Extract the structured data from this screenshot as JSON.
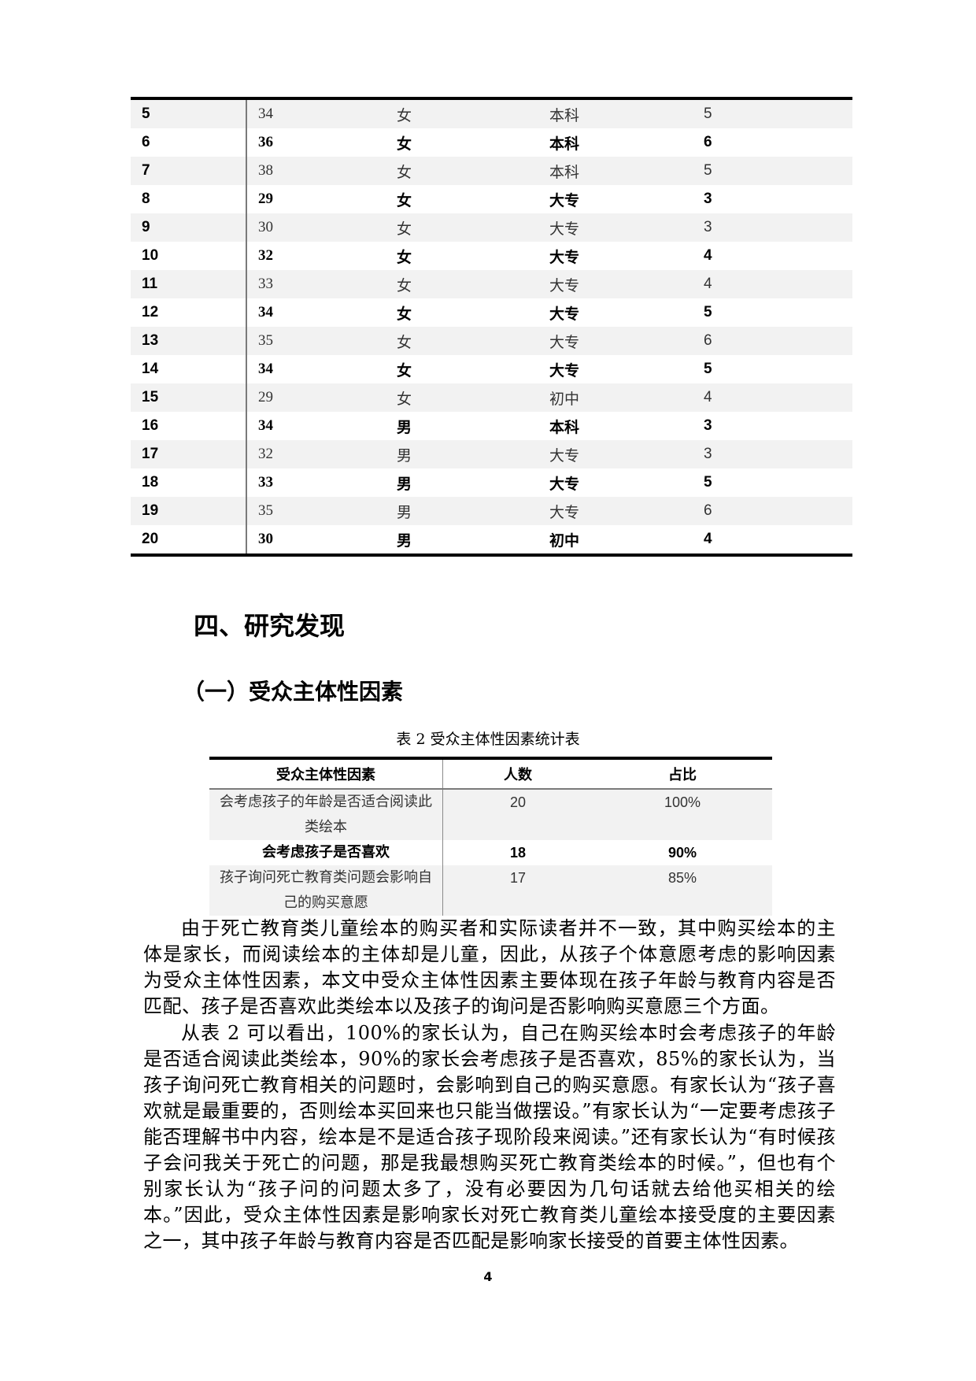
{
  "table1": {
    "rows": [
      {
        "id": "5",
        "age": "34",
        "gender": "女",
        "education": "本科",
        "score": "5"
      },
      {
        "id": "6",
        "age": "36",
        "gender": "女",
        "education": "本科",
        "score": "6"
      },
      {
        "id": "7",
        "age": "38",
        "gender": "女",
        "education": "本科",
        "score": "5"
      },
      {
        "id": "8",
        "age": "29",
        "gender": "女",
        "education": "大专",
        "score": "3"
      },
      {
        "id": "9",
        "age": "30",
        "gender": "女",
        "education": "大专",
        "score": "3"
      },
      {
        "id": "10",
        "age": "32",
        "gender": "女",
        "education": "大专",
        "score": "4"
      },
      {
        "id": "11",
        "age": "33",
        "gender": "女",
        "education": "大专",
        "score": "4"
      },
      {
        "id": "12",
        "age": "34",
        "gender": "女",
        "education": "大专",
        "score": "5"
      },
      {
        "id": "13",
        "age": "35",
        "gender": "女",
        "education": "大专",
        "score": "6"
      },
      {
        "id": "14",
        "age": "34",
        "gender": "女",
        "education": "大专",
        "score": "5"
      },
      {
        "id": "15",
        "age": "29",
        "gender": "女",
        "education": "初中",
        "score": "4"
      },
      {
        "id": "16",
        "age": "34",
        "gender": "男",
        "education": "本科",
        "score": "3"
      },
      {
        "id": "17",
        "age": "32",
        "gender": "男",
        "education": "大专",
        "score": "3"
      },
      {
        "id": "18",
        "age": "33",
        "gender": "男",
        "education": "大专",
        "score": "5"
      },
      {
        "id": "19",
        "age": "35",
        "gender": "男",
        "education": "大专",
        "score": "6"
      },
      {
        "id": "20",
        "age": "30",
        "gender": "男",
        "education": "初中",
        "score": "4"
      }
    ]
  },
  "section": {
    "heading": "四、研究发现",
    "subheading": "（一）受众主体性因素"
  },
  "table2": {
    "caption": "表 2  受众主体性因素统计表",
    "headers": [
      "受众主体性因素",
      "人数",
      "占比"
    ],
    "rows": [
      {
        "factor": "会考虑孩子的年龄是否适合阅读此类绘本",
        "count": "20",
        "ratio": "100%"
      },
      {
        "factor": "会考虑孩子是否喜欢",
        "count": "18",
        "ratio": "90%"
      },
      {
        "factor": "孩子询问死亡教育类问题会影响自己的购买意愿",
        "count": "17",
        "ratio": "85%"
      }
    ]
  },
  "paragraphs": [
    "由于死亡教育类儿童绘本的购买者和实际读者并不一致，其中购买绘本的主体是家长，而阅读绘本的主体却是儿童，因此，从孩子个体意愿考虑的影响因素为受众主体性因素，本文中受众主体性因素主要体现在孩子年龄与教育内容是否匹配、孩子是否喜欢此类绘本以及孩子的询问是否影响购买意愿三个方面。",
    "从表 2 可以看出，100%的家长认为，自己在购买绘本时会考虑孩子的年龄是否适合阅读此类绘本，90%的家长会考虑孩子是否喜欢，85%的家长认为，当孩子询问死亡教育相关的问题时，会影响到自己的购买意愿。有家长认为“孩子喜欢就是最重要的，否则绘本买回来也只能当做摆设。”有家长认为“一定要考虑孩子能否理解书中内容，绘本是不是适合孩子现阶段来阅读。”还有家长认为“有时候孩子会问我关于死亡的问题，那是我最想购买死亡教育类绘本的时候。”，但也有个别家长认为“孩子问的问题太多了，没有必要因为几句话就去给他买相关的绘本。”因此，受众主体性因素是影响家长对死亡教育类儿童绘本接受度的主要因素之一，其中孩子年龄与教育内容是否匹配是影响家长接受的首要主体性因素。"
  ],
  "page_number": "4"
}
